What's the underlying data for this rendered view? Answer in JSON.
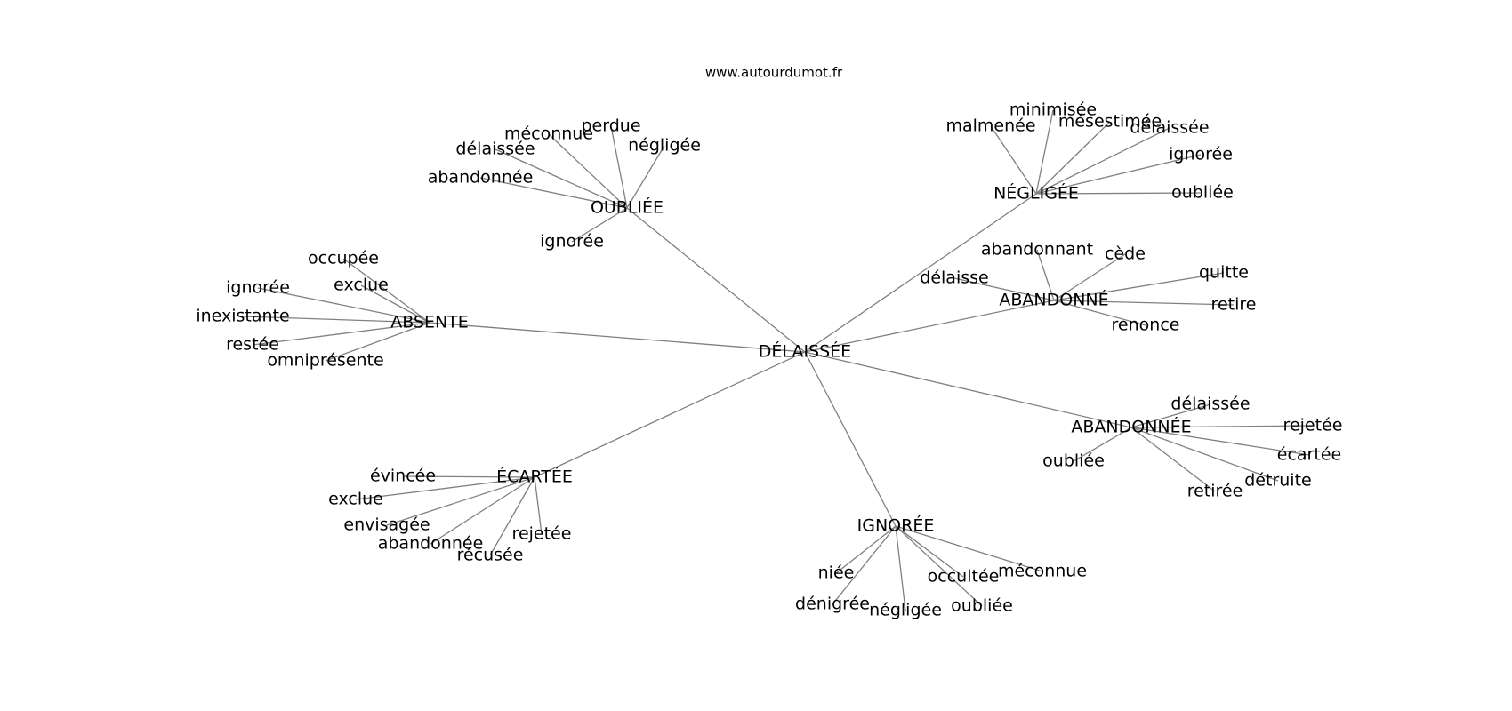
{
  "source": "www.autourdumot.fr",
  "center": {
    "id": "center",
    "label": "DÉLAISSÉE"
  },
  "clusters": [
    {
      "id": "oubliee",
      "label": "OUBLIÉE",
      "leaves": [
        "méconnue",
        "perdue",
        "délaissée",
        "négligée",
        "abandonnée",
        "ignorée"
      ]
    },
    {
      "id": "negligee",
      "label": "NÉGLIGÉE",
      "leaves": [
        "minimisée",
        "malmenée",
        "mésestimée",
        "délaissée",
        "ignorée",
        "oubliée"
      ]
    },
    {
      "id": "abandonne",
      "label": "ABANDONNÉ",
      "leaves": [
        "abandonnant",
        "cède",
        "délaisse",
        "quitte",
        "retire",
        "renonce"
      ]
    },
    {
      "id": "absente",
      "label": "ABSENTE",
      "leaves": [
        "occupée",
        "exclue",
        "ignorée",
        "inexistante",
        "restée",
        "omniprésente"
      ]
    },
    {
      "id": "abandonnee",
      "label": "ABANDONNÉE",
      "leaves": [
        "délaissée",
        "rejetée",
        "écartée",
        "oubliée",
        "détruite",
        "retirée"
      ]
    },
    {
      "id": "ecartee",
      "label": "ÉCARTÉE",
      "leaves": [
        "évincée",
        "exclue",
        "envisagée",
        "rejetée",
        "abandonnée",
        "récusée"
      ]
    },
    {
      "id": "ignoree",
      "label": "IGNORÉE",
      "leaves": [
        "niée",
        "occultée",
        "méconnue",
        "dénigrée",
        "négligée",
        "oubliée"
      ]
    }
  ]
}
